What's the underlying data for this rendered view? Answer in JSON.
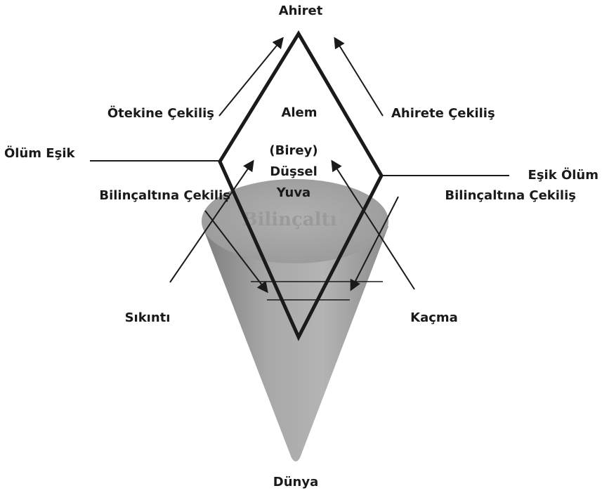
{
  "labels": {
    "top": "Ahiret",
    "bottom": "Dünya",
    "left_upper": "Ötekine Çekiliş",
    "right_upper": "Ahirete Çekiliş",
    "left_threshold": "Ölüm Eşik",
    "right_threshold": "Eşik Ölüm",
    "left_subconscious": "Bilinçaltına Çekiliş",
    "right_subconscious": "Bilinçaltına Çekiliş",
    "left_lower": "Sıkıntı",
    "right_lower": "Kaçma",
    "center_line1": "Alem",
    "center_line2": "(Birey)",
    "center_line3": "Düşsel",
    "center_line4": "Yuva",
    "cone_label": "Bilinçaltı"
  },
  "colors": {
    "ink": "#1a1a1a",
    "cone_light": "#b8b8b8",
    "cone_dark": "#8a8a8a",
    "cone_top": "#a9a9a9"
  }
}
